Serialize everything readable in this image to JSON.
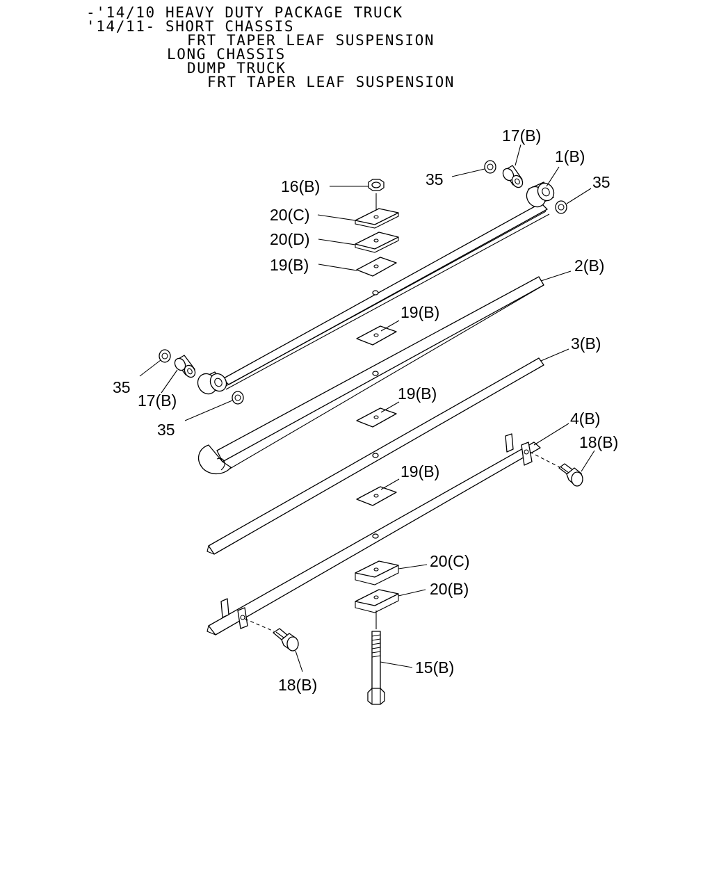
{
  "header": {
    "lines": [
      "-'14/10 HEAVY DUTY PACKAGE TRUCK",
      "'14/11- SHORT CHASSIS",
      "FRT TAPER LEAF SUSPENSION",
      "LONG CHASSIS",
      "DUMP TRUCK",
      "FRT TAPER LEAF SUSPENSION"
    ]
  },
  "callouts": {
    "c17b_top": "17(B)",
    "c1b": "1(B)",
    "c35_top_left": "35",
    "c35_top_right": "35",
    "c16b": "16(B)",
    "c20c_top": "20(C)",
    "c20d": "20(D)",
    "c19b_1": "19(B)",
    "c2b": "2(B)",
    "c19b_2": "19(B)",
    "c3b": "3(B)",
    "c35_left": "35",
    "c17b_left": "17(B)",
    "c35_bottom": "35",
    "c19b_3": "19(B)",
    "c4b": "4(B)",
    "c18b_right": "18(B)",
    "c19b_4": "19(B)",
    "c20c_bottom": "20(C)",
    "c20b": "20(B)",
    "c15b": "15(B)",
    "c18b_bottom": "18(B)"
  }
}
